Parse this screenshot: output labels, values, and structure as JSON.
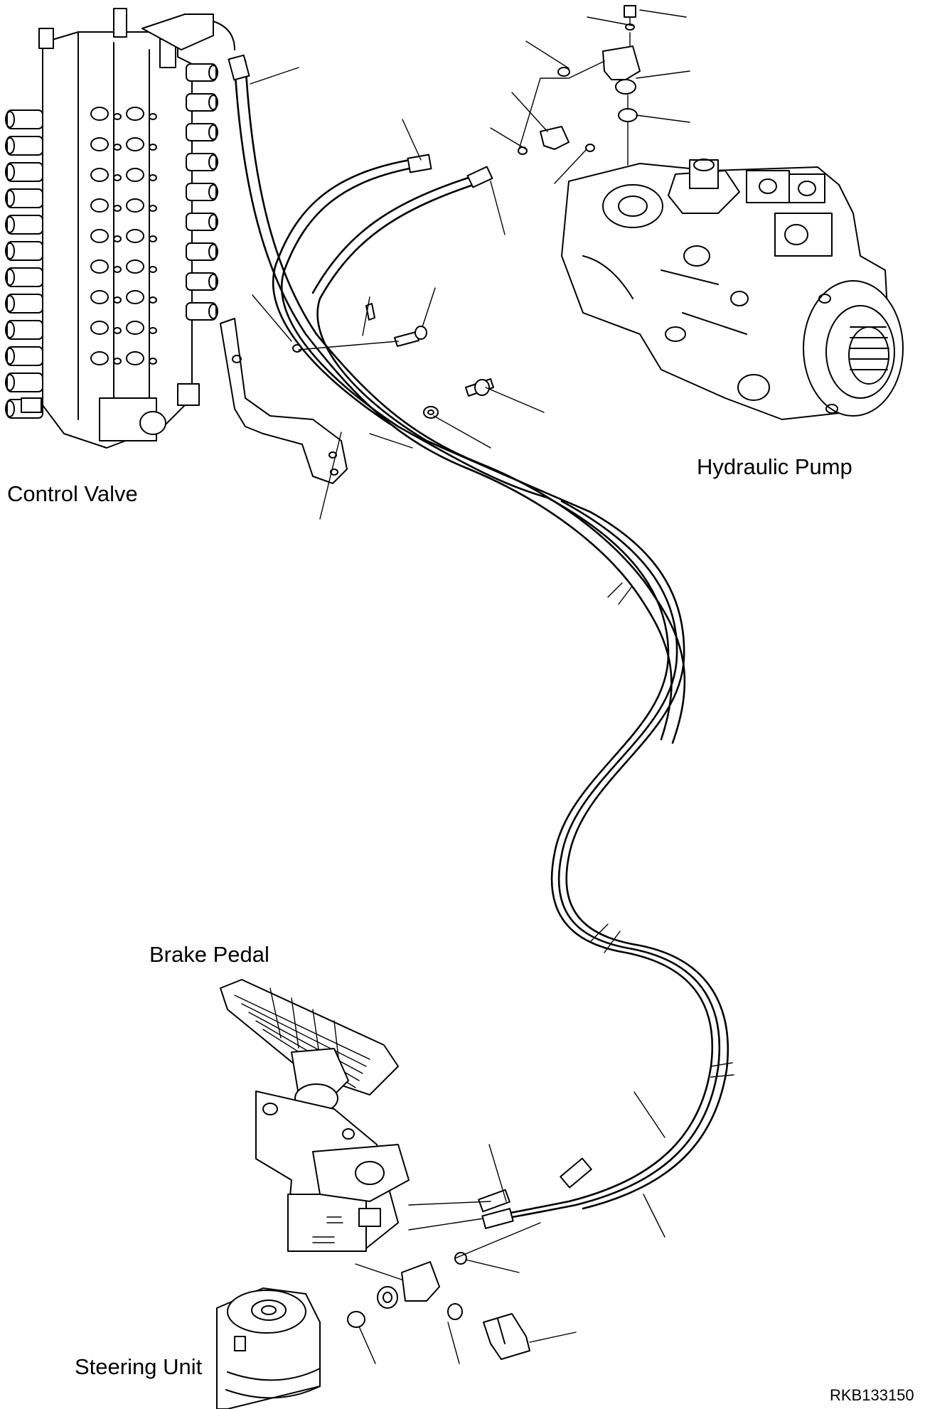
{
  "labels": {
    "control_valve": "Control Valve",
    "hydraulic_pump": "Hydraulic Pump",
    "brake_pedal": "Brake Pedal",
    "steering_unit": "Steering Unit"
  },
  "drawing_id": "RKB133150"
}
